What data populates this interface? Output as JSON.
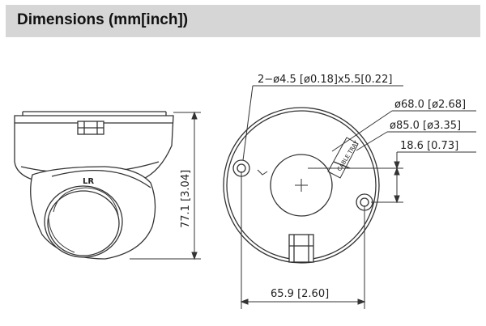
{
  "header": {
    "title": "Dimensions (mm[inch])"
  },
  "side_view": {
    "height_label": "77.1 [3.04]",
    "lens_mark": "LR"
  },
  "top_view": {
    "screw_hole_label": "2−ø4.5 [ø0.18]x5.5[0.22]",
    "inner_diameter_label": "ø68.0 [ø2.68]",
    "outer_diameter_label": "ø85.0 [ø3.35]",
    "offset_label": "18.6 [0.73]",
    "width_label": "65.9 [2.60]",
    "cable_tray_label": "CABLE TRAY"
  }
}
